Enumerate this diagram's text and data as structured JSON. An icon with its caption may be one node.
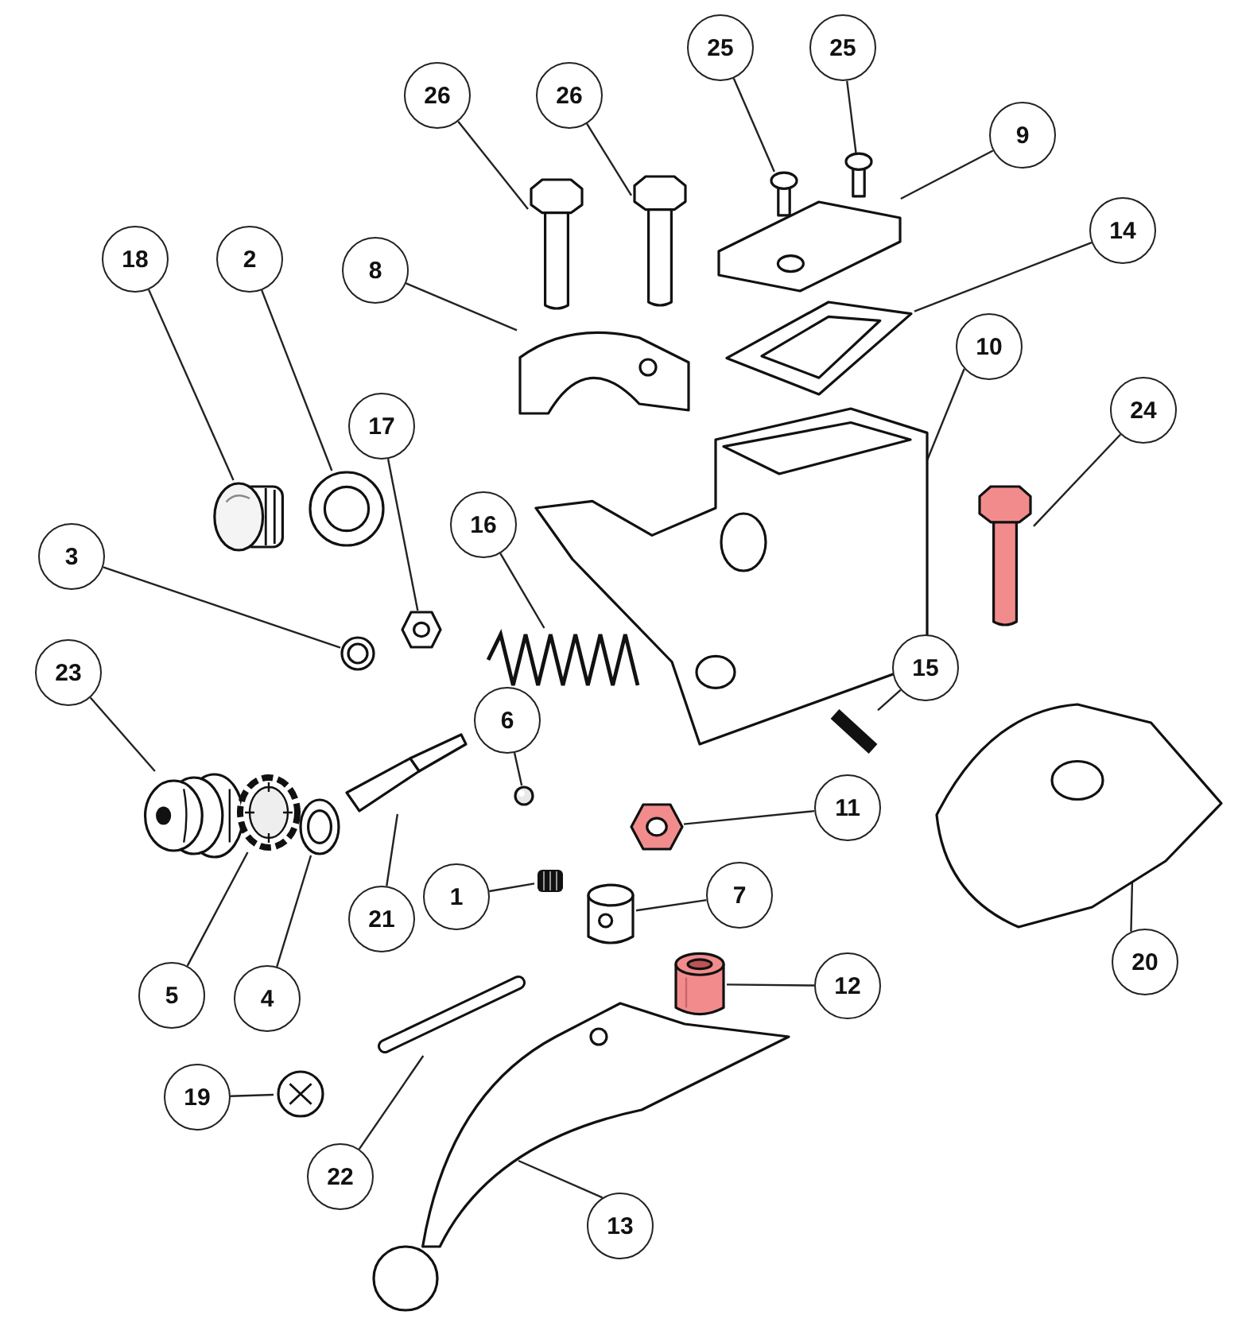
{
  "diagram": {
    "nodes": [
      {
        "text": [
          "26"
        ]
      },
      {
        "text": [
          "26"
        ]
      },
      {
        "text": [
          "25"
        ]
      },
      {
        "text": [
          "25"
        ]
      },
      {
        "text": [
          "9"
        ]
      },
      {
        "text": [
          "18"
        ]
      },
      {
        "text": [
          "2"
        ]
      },
      {
        "text": [
          "8"
        ]
      },
      {
        "text": [
          "14"
        ]
      },
      {
        "text": [
          "10"
        ]
      },
      {
        "text": [
          "24"
        ]
      },
      {
        "text": [
          "16"
        ]
      },
      {
        "text": [
          "17"
        ]
      },
      {
        "text": [
          "3"
        ]
      },
      {
        "text": [
          "23"
        ]
      },
      {
        "text": [
          "15"
        ]
      },
      {
        "text": [
          "6"
        ]
      },
      {
        "text": [
          "11"
        ]
      },
      {
        "text": [
          "1"
        ]
      },
      {
        "text": [
          "7"
        ]
      },
      {
        "text": [
          "5"
        ]
      },
      {
        "text": [
          "4"
        ]
      },
      {
        "text": [
          "21"
        ]
      },
      {
        "text": [
          "20"
        ]
      },
      {
        "text": [
          "12"
        ]
      },
      {
        "text": [
          "19"
        ]
      },
      {
        "text": [
          "22"
        ]
      },
      {
        "text": [
          "13"
        ]
      },
      {
        "text": [],
        "shape": "picture"
      },
      {
        "text": [],
        "shape": "picture"
      },
      {
        "text": [],
        "shape": "picture"
      },
      {
        "text": [],
        "shape": "picture"
      },
      {
        "text": [],
        "shape": "picture"
      },
      {
        "text": [],
        "shape": "picture"
      },
      {
        "text": [],
        "shape": "picture"
      },
      {
        "text": [],
        "shape": "picture"
      },
      {
        "text": [],
        "shape": "picture"
      },
      {
        "text": [],
        "shape": "picture"
      },
      {
        "text": [],
        "shape": "picture"
      },
      {
        "text": [],
        "shape": "picture"
      },
      {
        "text": [],
        "shape": "picture"
      },
      {
        "text": [],
        "shape": "picture"
      },
      {
        "text": [],
        "shape": "picture"
      },
      {
        "text": [],
        "shape": "picture"
      },
      {
        "text": [],
        "shape": "picture"
      },
      {
        "text": [],
        "shape": "picture"
      },
      {
        "text": [],
        "shape": "picture"
      },
      {
        "text": [],
        "shape": "picture"
      },
      {
        "text": [],
        "shape": "picture"
      },
      {
        "text": [],
        "shape": "picture"
      },
      {
        "text": [],
        "shape": "picture"
      },
      {
        "text": [],
        "shape": "picture"
      },
      {
        "text": [],
        "shape": "picture"
      },
      {
        "text": [],
        "shape": "picture"
      },
      {
        "text": [],
        "shape": "picture"
      },
      {
        "text": [],
        "shape": "picture"
      }
    ],
    "edges": [
      {
        "from": 0,
        "to": 28,
        "arrow": "none"
      },
      {
        "from": 1,
        "to": 29,
        "arrow": "none"
      },
      {
        "from": 2,
        "to": 30,
        "arrow": "none"
      },
      {
        "from": 3,
        "to": 31,
        "arrow": "none"
      },
      {
        "from": 4,
        "to": 32,
        "arrow": "none"
      },
      {
        "from": 5,
        "to": 33,
        "arrow": "none"
      },
      {
        "from": 6,
        "to": 34,
        "arrow": "none"
      },
      {
        "from": 7,
        "to": 35,
        "arrow": "none"
      },
      {
        "from": 8,
        "to": 36,
        "arrow": "none"
      },
      {
        "from": 9,
        "to": 37,
        "arrow": "none"
      },
      {
        "from": 10,
        "to": 38,
        "arrow": "none"
      },
      {
        "from": 11,
        "to": 39,
        "arrow": "none"
      },
      {
        "from": 12,
        "to": 40,
        "arrow": "none"
      },
      {
        "from": 13,
        "to": 41,
        "arrow": "none"
      },
      {
        "from": 14,
        "to": 42,
        "arrow": "none"
      },
      {
        "from": 15,
        "to": 43,
        "arrow": "none"
      },
      {
        "from": 16,
        "to": 44,
        "arrow": "none"
      },
      {
        "from": 17,
        "to": 45,
        "arrow": "none"
      },
      {
        "from": 18,
        "to": 46,
        "arrow": "none"
      },
      {
        "from": 19,
        "to": 47,
        "arrow": "none"
      },
      {
        "from": 20,
        "to": 48,
        "arrow": "none"
      },
      {
        "from": 21,
        "to": 49,
        "arrow": "none"
      },
      {
        "from": 22,
        "to": 50,
        "arrow": "none"
      },
      {
        "from": 23,
        "to": 51,
        "arrow": "none"
      },
      {
        "from": 24,
        "to": 52,
        "arrow": "none"
      },
      {
        "from": 25,
        "to": 53,
        "arrow": "none"
      },
      {
        "from": 26,
        "to": 54,
        "arrow": "none"
      },
      {
        "from": 27,
        "to": 55,
        "arrow": "none"
      }
    ]
  }
}
